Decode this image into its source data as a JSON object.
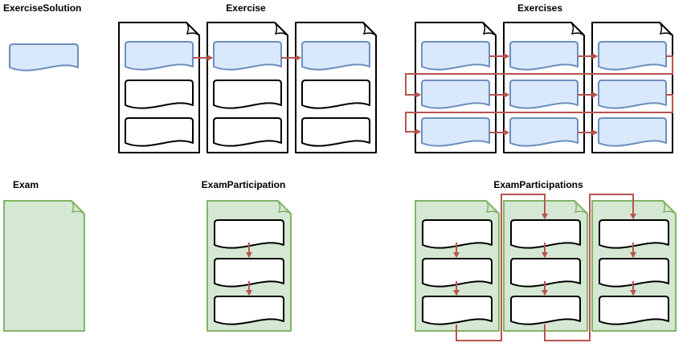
{
  "labels": {
    "exercise_solution": "ExerciseSolution",
    "exercise": "Exercise",
    "exercises": "Exercises",
    "exam": "Exam",
    "exam_participation": "ExamParticipation",
    "exam_participations": "ExamParticipations"
  },
  "colors": {
    "solution_fill": "#dae8fc",
    "solution_stroke": "#6c8ebf",
    "exam_fill": "#d5e8d4",
    "exam_stroke": "#82b366",
    "outline": "#000000",
    "arrow": "#b85450"
  }
}
